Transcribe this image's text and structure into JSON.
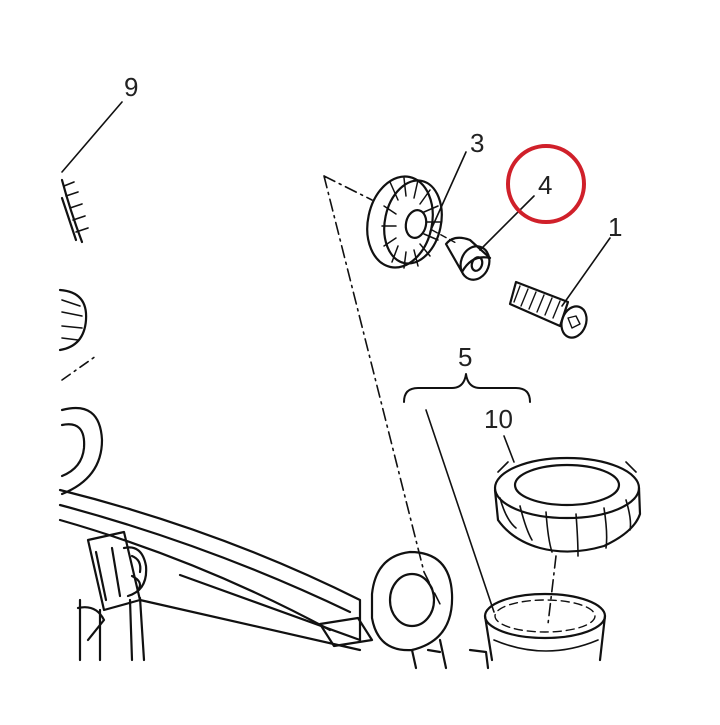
{
  "diagram": {
    "callouts": {
      "part_1": "1",
      "part_3": "3",
      "part_4": "4",
      "part_5": "5",
      "part_9": "9",
      "part_10": "10"
    },
    "highlight_color": "#d0202a",
    "line_color": "#111111"
  }
}
